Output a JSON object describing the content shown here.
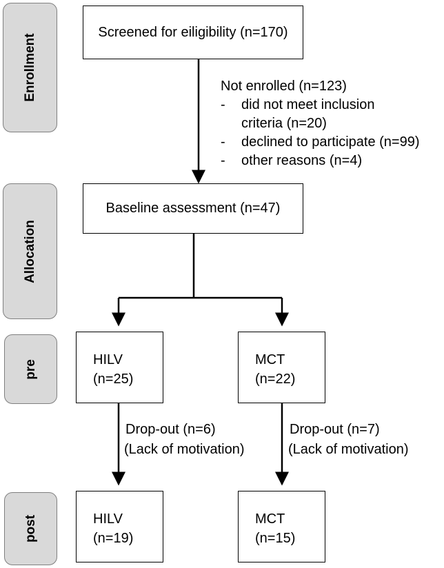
{
  "phases": {
    "enrollment": "Enrollment",
    "allocation": "Allocation",
    "pre": "pre",
    "post": "post"
  },
  "screened": "Screened for eiligibility (n=170)",
  "not_enrolled": {
    "title": "Not enrolled (n=123)",
    "bullet": "-",
    "reasons": [
      "did not meet inclusion",
      "criteria (n=20)",
      "declined to participate (n=99)",
      "other reasons  (n=4)"
    ]
  },
  "baseline": "Baseline assessment (n=47)",
  "pre_groups": {
    "hilv": {
      "name": "HILV",
      "n": "(n=25)"
    },
    "mct": {
      "name": "MCT",
      "n": "(n=22)"
    }
  },
  "dropouts": {
    "hilv": {
      "count": "Drop-out (n=6)",
      "reason": "(Lack of motivation)"
    },
    "mct": {
      "count": "Drop-out (n=7)",
      "reason": "(Lack of motivation)"
    }
  },
  "post_groups": {
    "hilv": {
      "name": "HILV",
      "n": "(n=19)"
    },
    "mct": {
      "name": "MCT",
      "n": "(n=15)"
    }
  }
}
